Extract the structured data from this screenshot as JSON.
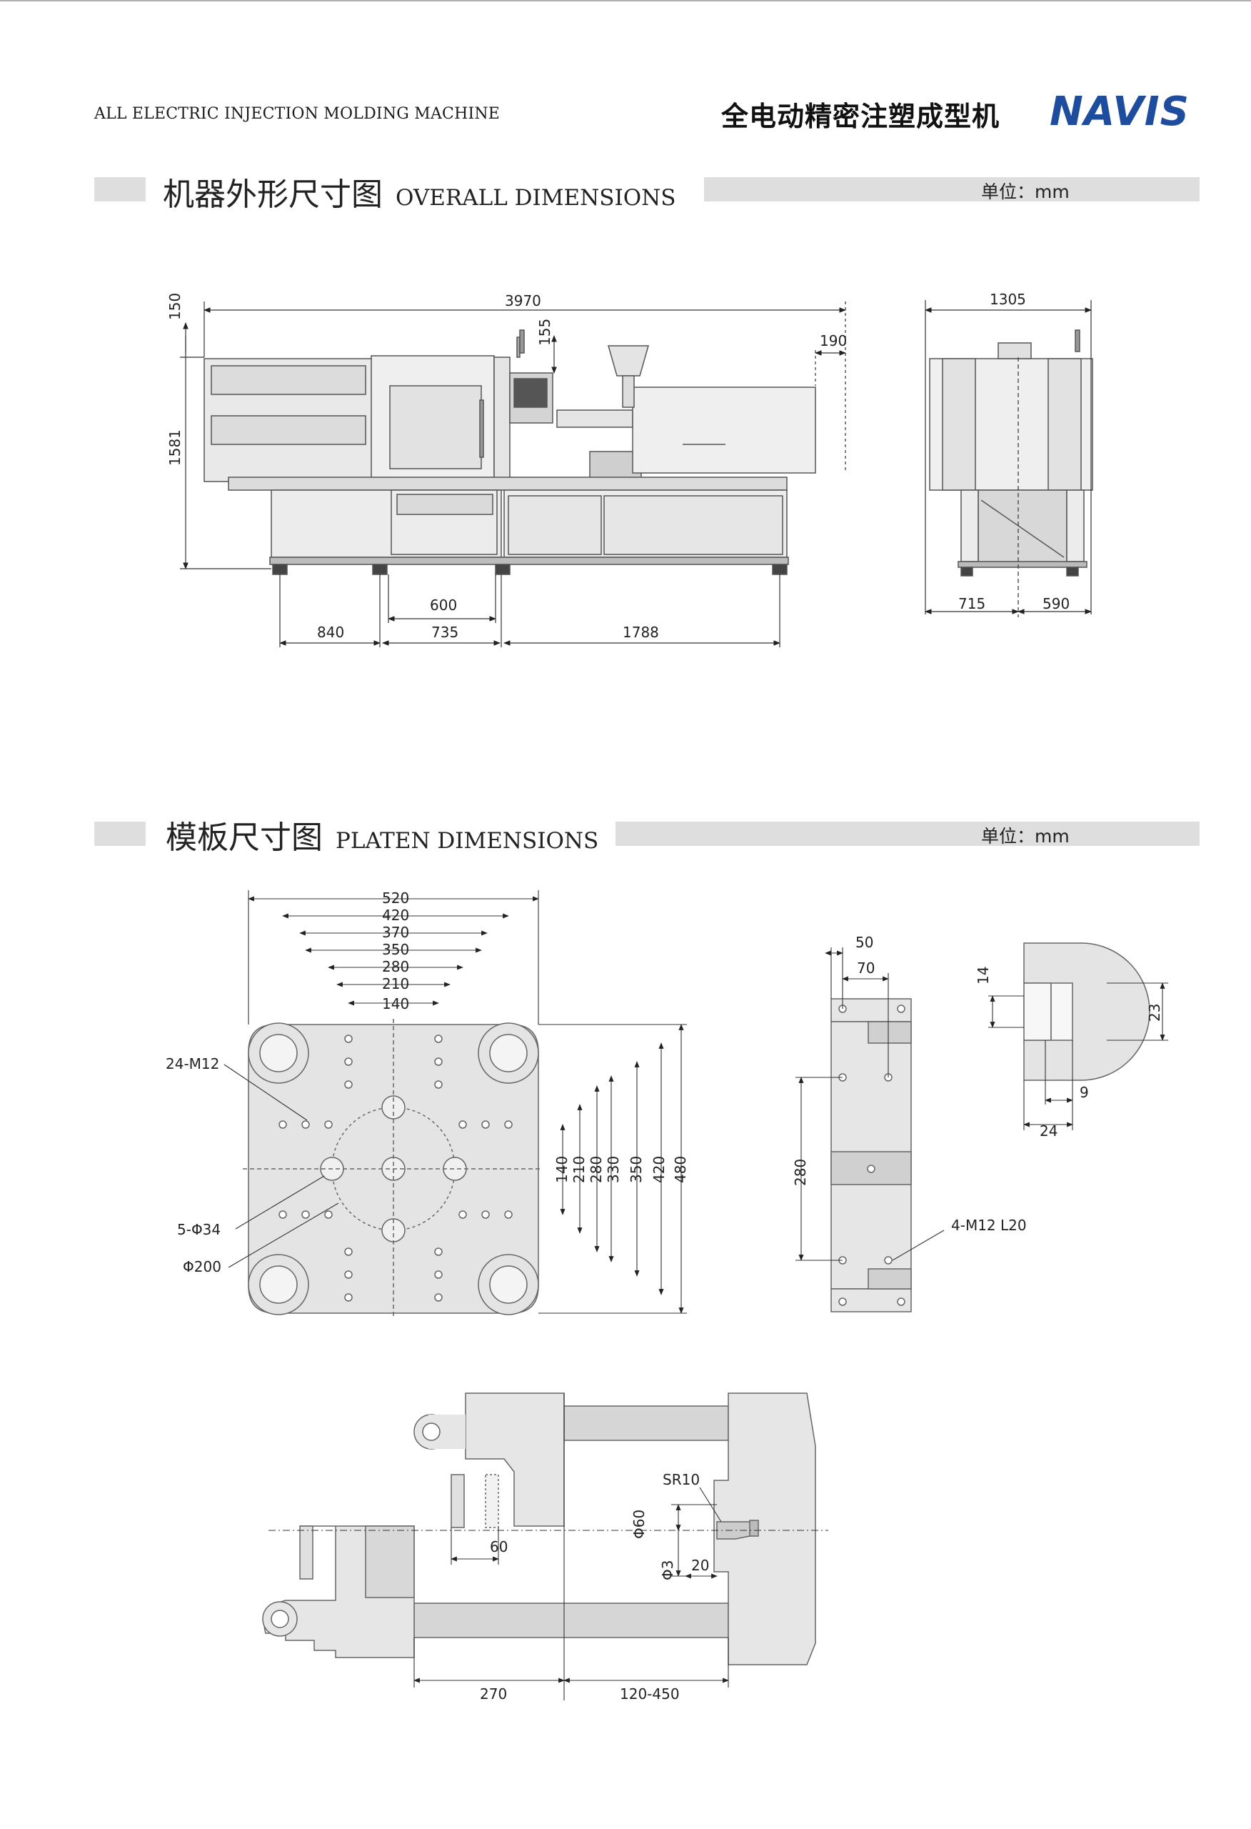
{
  "header": {
    "left_title": "ALL ELECTRIC INJECTION MOLDING MACHINE",
    "cn_title": "全电动精密注塑成型机",
    "brand": "NAVIS",
    "brand_color": "#1d4d9c"
  },
  "section1": {
    "title_cn": "机器外形尺寸图",
    "title_en": "OVERALL DIMENSIONS",
    "unit": "单位：mm",
    "dims": {
      "total_length": "3970",
      "top_offset": "150",
      "height": "1581",
      "panel_offset": "155",
      "rear_offset": "190",
      "foot_600": "600",
      "foot_840": "840",
      "foot_735": "735",
      "foot_1788": "1788",
      "side_width": "1305",
      "side_left": "715",
      "side_right": "590"
    }
  },
  "section2": {
    "title_cn": "模板尺寸图",
    "title_en": "PLATEN DIMENSIONS",
    "unit": "单位：mm",
    "horizontal_dims": [
      "520",
      "420",
      "370",
      "350",
      "280",
      "210",
      "140"
    ],
    "vertical_dims": [
      "140",
      "210",
      "280",
      "330",
      "350",
      "420",
      "480"
    ],
    "labels": {
      "m12": "24-M12",
      "holes": "5-Φ34",
      "circle": "Φ200",
      "side_50": "50",
      "side_70": "70",
      "side_280": "280",
      "side_m12": "4-M12 L20",
      "slot_14": "14",
      "slot_23": "23",
      "slot_9": "9",
      "slot_24": "24"
    },
    "bottom": {
      "sr": "SR10",
      "d60": "Φ60",
      "d3": "Φ3",
      "d20": "20",
      "d60b": "60",
      "d270": "270",
      "stroke": "120-450"
    }
  }
}
